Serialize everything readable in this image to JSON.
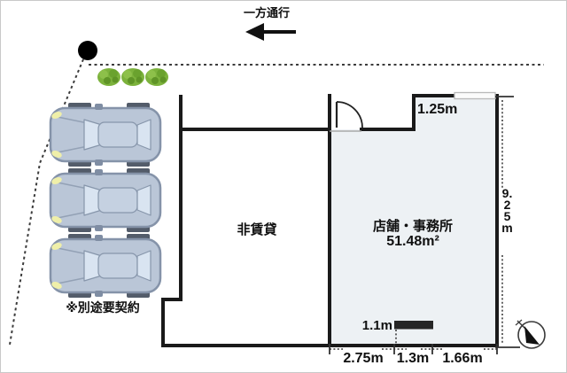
{
  "street": {
    "one_way": "一方通行"
  },
  "parking": {
    "note": "※別途要契約",
    "car_count": 3
  },
  "rooms": {
    "non_rental": "非賃貸",
    "store_name": "店舗・事務所",
    "store_area": "51.48m²"
  },
  "dimensions": {
    "entry": "1.25m",
    "counter": "1.1m",
    "height": "9.25m",
    "bottom": [
      "2.75m",
      "1.3m",
      "1.66m"
    ]
  },
  "icons": {
    "pole": "utility-pole",
    "bushes": "shrub-row",
    "car": "parked-car-top-view",
    "compass": "north-arrow",
    "one_way_arrow": "left-arrow"
  },
  "colors": {
    "wall": "#1a1a1a",
    "store_fill": "#edf1f4",
    "bush_green": "#7cb23c",
    "bush_dark": "#5f9427",
    "car_body": "#bac6d7",
    "car_outline": "#8593a9",
    "car_window": "#d9e4f1",
    "headlight": "#efefa9",
    "counter_bar": "#262626"
  }
}
